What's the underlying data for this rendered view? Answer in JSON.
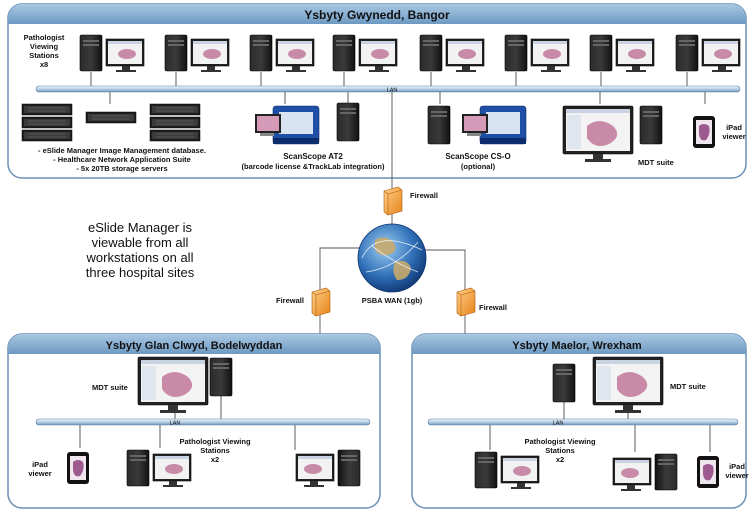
{
  "sites": {
    "bangor": {
      "title": "Ysbyty Gwynedd, Bangor",
      "pathologist_label": [
        "Pathologist",
        "Viewing",
        "Stations",
        "x8"
      ],
      "lan": "LAN",
      "servers_caption": [
        "- eSlide Manager Image Management database.",
        "- Healthcare Network Application Suite",
        "- 5x 20TB storage servers"
      ],
      "scanner_at2": [
        "ScanScope AT2",
        "(barcode license &TrackLab integration)"
      ],
      "scanner_cso": [
        "ScanScope CS-O",
        "(optional)"
      ],
      "mdt": "MDT suite",
      "ipad": [
        "iPad",
        "viewer"
      ]
    },
    "glan_clwyd": {
      "title": "Ysbyty Glan Clwyd, Bodelwyddan",
      "mdt": "MDT suite",
      "lan": "LAN",
      "ipad": [
        "iPad",
        "viewer"
      ],
      "pathologist_label": [
        "Pathologist Viewing",
        "Stations",
        "x2"
      ]
    },
    "maelor": {
      "title": "Ysbyty Maelor, Wrexham",
      "mdt": "MDT suite",
      "lan": "LAN",
      "ipad": [
        "iPad",
        "viewer"
      ],
      "pathologist_label": [
        "Pathologist Viewing",
        "Stations",
        "x2"
      ]
    }
  },
  "network": {
    "firewall_top": "Firewall",
    "firewall_left": "Firewall",
    "firewall_right": "Firewall",
    "wan": "PSBA WAN (1gb)"
  },
  "note": [
    "eSlide Manager is",
    "viewable from all",
    "workstations on all",
    "three hospital sites"
  ]
}
